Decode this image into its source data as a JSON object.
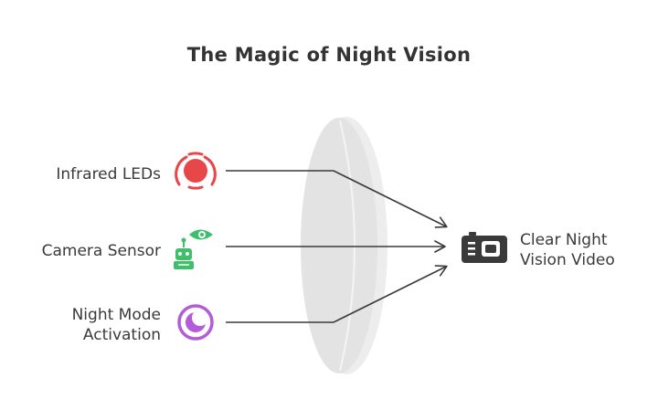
{
  "title": "The Magic of Night Vision",
  "inputs": [
    {
      "lines": [
        "Infrared LEDs"
      ],
      "icon": "infrared-led-icon",
      "color": "#e8474a"
    },
    {
      "lines": [
        "Camera Sensor"
      ],
      "icon": "robot-eye-icon",
      "color": "#3fbf6a"
    },
    {
      "lines": [
        "Night Mode",
        "Activation"
      ],
      "icon": "moon-icon",
      "color": "#b35bd9"
    }
  ],
  "output": {
    "lines": [
      "Clear Night",
      "Vision Video"
    ],
    "icon": "camera-icon",
    "color": "#3a3a3a"
  },
  "lens_color": "#e6e6e6"
}
